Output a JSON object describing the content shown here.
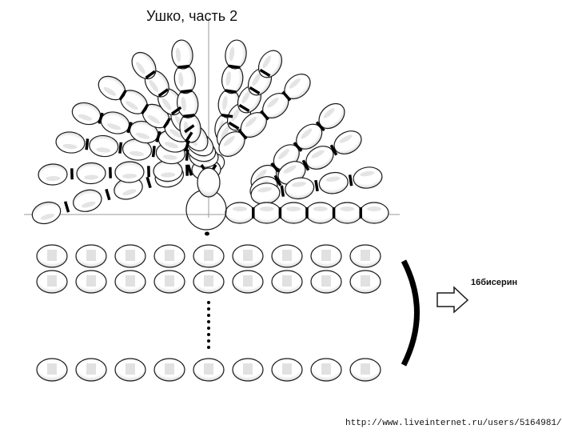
{
  "diagram": {
    "title": "Ушко, часть 2",
    "count_label": "16бисерин",
    "watermark": "http://www.liveinternet.ru/users/5164981/",
    "colors": {
      "bead_fill": "#ffffff",
      "bead_stroke": "#1a1a1a",
      "thread": "#000000",
      "shine": "#c8c8c8",
      "axis": "#9a9a9a"
    },
    "base_rows_visible": 3,
    "beads_per_base_row": 9
  }
}
